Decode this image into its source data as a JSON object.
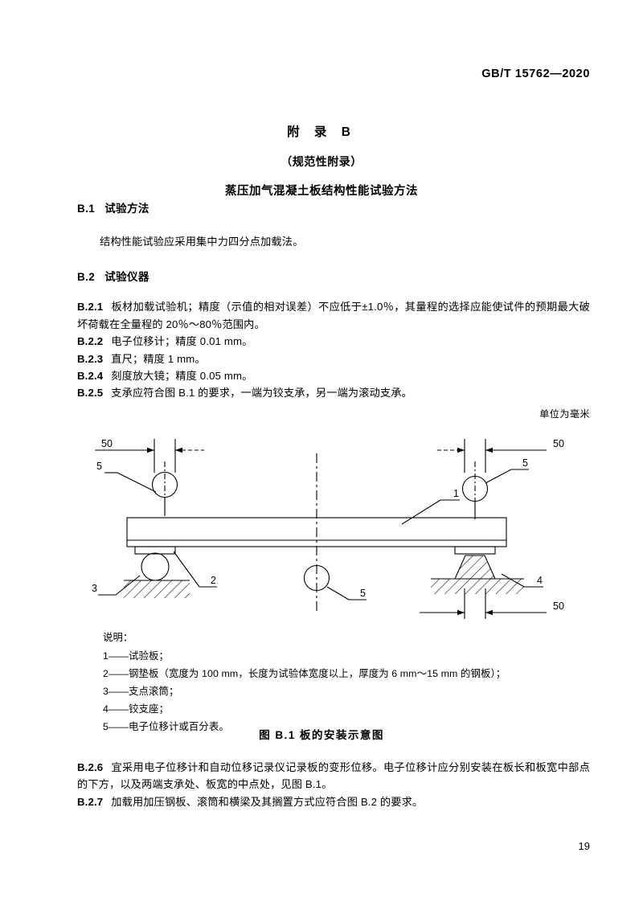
{
  "header": {
    "standard_code": "GB/T 15762—2020"
  },
  "annex": {
    "title": "附 录 B",
    "kind": "（规范性附录）",
    "name": "蒸压加气混凝土板结构性能试验方法"
  },
  "sections": {
    "b1": {
      "number": "B.1",
      "heading": "试验方法",
      "body": "结构性能试验应采用集中力四分点加载法。"
    },
    "b2": {
      "number": "B.2",
      "heading": "试验仪器",
      "clauses": [
        {
          "number": "B.2.1",
          "text": "板材加载试验机；精度（示值的相对误差）不应低于±1.0％，其量程的选择应能使试件的预期最大破坏荷载在全量程的 20％～80％范围内。"
        },
        {
          "number": "B.2.2",
          "text": "电子位移计；精度 0.01 mm。"
        },
        {
          "number": "B.2.3",
          "text": "直尺；精度 1 mm。"
        },
        {
          "number": "B.2.4",
          "text": "刻度放大镜；精度 0.05 mm。"
        },
        {
          "number": "B.2.5",
          "text": "支承应符合图 B.1 的要求，一端为铰支承，另一端为滚动支承。"
        }
      ],
      "tail_clauses": [
        {
          "number": "B.2.6",
          "text": "宜采用电子位移计和自动位移记录仪记录板的变形位移。电子位移计应分别安装在板长和板宽中部点的下方，以及两端支承处、板宽的中点处，见图 B.1。"
        },
        {
          "number": "B.2.7",
          "text": "加载用加压钢板、滚筒和横梁及其搁置方式应符合图 B.2 的要求。"
        }
      ]
    }
  },
  "figure": {
    "unit_note": "单位为毫米",
    "caption": "图 B.1  板的安装示意图",
    "dimensions": {
      "top_left": "50",
      "top_right": "50",
      "bottom_right": "50"
    },
    "callouts": {
      "plate": "1",
      "steel_pad": "2",
      "roller": "3",
      "hinge": "4",
      "gauge_left": "5",
      "gauge_center": "5",
      "gauge_right": "5"
    },
    "legend_title": "说明：",
    "legend_items": [
      {
        "key": "1——",
        "text": "试验板；"
      },
      {
        "key": "2——",
        "text": "钢垫板（宽度为 100 mm，长度为试验体宽度以上，厚度为 6 mm～15 mm 的钢板）；"
      },
      {
        "key": "3——",
        "text": "支点滚筒；"
      },
      {
        "key": "4——",
        "text": "铰支座；"
      },
      {
        "key": "5——",
        "text": "电子位移计或百分表。"
      }
    ]
  },
  "footer": {
    "page_number": "19"
  },
  "colors": {
    "ink": "#000000",
    "paper": "#ffffff"
  }
}
